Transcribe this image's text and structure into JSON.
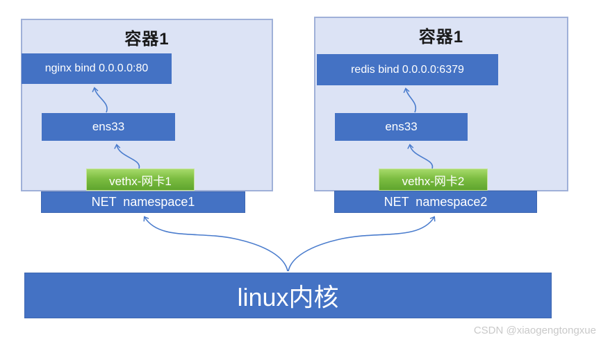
{
  "diagram": {
    "containers": [
      {
        "title": "容器1",
        "app_box_label": "nginx bind 0.0.0.0:80",
        "interface_label": "ens33",
        "veth_label": "vethx-网卡1",
        "namespace_label": "NET  namespace1"
      },
      {
        "title": "容器1",
        "app_box_label": "redis bind 0.0.0.0:6379",
        "interface_label": "ens33",
        "veth_label": "vethx-网卡2",
        "namespace_label": "NET  namespace2"
      }
    ],
    "kernel_label": "linux内核",
    "watermark": "CSDN @xiaogengtongxue",
    "colors": {
      "box_blue": "#4472c4",
      "box_blue_border": "#3e67b1",
      "container_fill": "#dce3f5",
      "container_border": "#9fb0d8",
      "green_top": "#a6d96a",
      "green_bottom": "#5fa52e",
      "green_border": "#c7e49a",
      "arrow_blue": "#4a7ccd",
      "title_color": "#1a1a1a",
      "watermark_gray": "#c9c9c9"
    }
  }
}
